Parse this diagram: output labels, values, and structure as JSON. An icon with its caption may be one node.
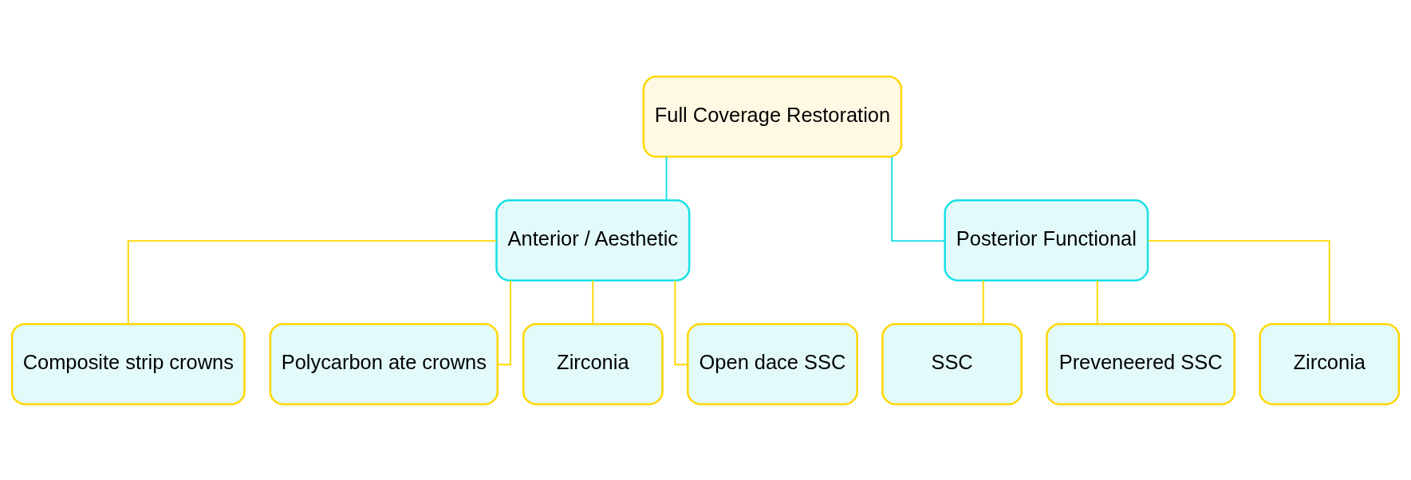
{
  "diagram": {
    "nodes": [
      {
        "text": [
          "Full Coverage Restoration"
        ]
      },
      {
        "text": [
          "Anterior / Aesthetic"
        ]
      },
      {
        "text": [
          "Posterior Functional"
        ]
      },
      {
        "text": [
          "Composite strip crowns"
        ]
      },
      {
        "text": [
          "Polycarbon ate crowns"
        ]
      },
      {
        "text": [
          "Zirconia"
        ]
      },
      {
        "text": [
          "Open dace SSC"
        ]
      },
      {
        "text": [
          "SSC"
        ]
      },
      {
        "text": [
          "Preveneered SSC"
        ]
      },
      {
        "text": [
          "Zirconia"
        ]
      }
    ],
    "edges": [
      {
        "from": 0,
        "to": 1,
        "arrow": "none",
        "color": "#18e0e6"
      },
      {
        "from": 0,
        "to": 2,
        "arrow": "none",
        "color": "#18e0e6"
      },
      {
        "from": 1,
        "to": 3,
        "arrow": "none"
      },
      {
        "from": 1,
        "to": 4,
        "arrow": "none"
      },
      {
        "from": 1,
        "to": 5,
        "arrow": "none"
      },
      {
        "from": 1,
        "to": 6,
        "arrow": "none"
      },
      {
        "from": 2,
        "to": 7,
        "arrow": "none"
      },
      {
        "from": 2,
        "to": 8,
        "arrow": "none"
      },
      {
        "from": 2,
        "to": 9,
        "arrow": "none"
      }
    ]
  }
}
